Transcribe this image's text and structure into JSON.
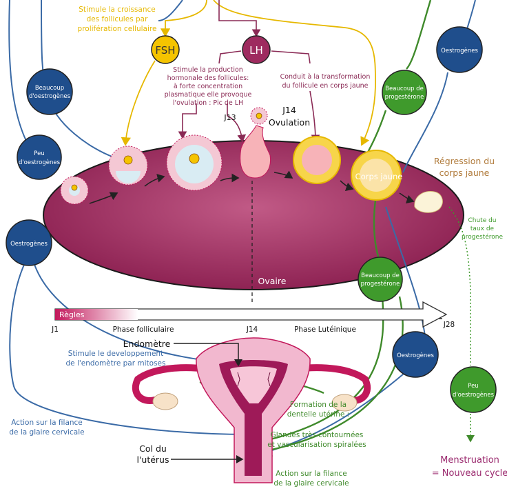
{
  "colors": {
    "hormone_text": "#e6b800",
    "lh_text": "#8a2a55",
    "blue_text": "#3a6aa6",
    "green_text": "#3f8a2b",
    "menstruation_text": "#9b2b6f",
    "regression_text": "#b07a3a",
    "ovary": "#9e2b5f",
    "blue_node": "#1f4e8c",
    "green_node": "#3f9a2c",
    "fsh_node": "#f5c400",
    "lh_node": "#9e2b5f"
  },
  "hormones": {
    "fsh": "FSH",
    "lh": "LH"
  },
  "annotations": {
    "fsh_effect": [
      "Stimule la croissance",
      "des follicules par",
      "prolifération cellulaire"
    ],
    "lh_effect_1": [
      "Stimule la production",
      "hormonale des follicules:",
      "à forte concentration",
      "plasmatique elle provoque",
      "l'ovulation : Pic de LH"
    ],
    "lh_effect_2": [
      "Conduit à la transformation",
      "du follicule en corps jaune"
    ],
    "j13": "J13",
    "j14_top": "J14",
    "ovulation": "Ovulation",
    "corps_jaune": "Corps jaune",
    "regression": [
      "Régression du",
      "corps jaune"
    ],
    "chute": [
      "Chute du",
      "taux de",
      "progestérone"
    ],
    "ovaire": "Ovaire",
    "menstruation": [
      "Menstruation",
      "= Nouveau cycle"
    ]
  },
  "nodes": {
    "beaucoup_oestrogenes": [
      "Beaucoup",
      "d'oestrogènes"
    ],
    "peu_oestrogenes_left": [
      "Peu",
      "d'oestrogènes"
    ],
    "oestrogenes_left": "Oestrogènes",
    "oestrogenes_top_right": "Oestrogènes",
    "beaucoup_progesterone_top": [
      "Beaucoup de",
      "progestérone"
    ],
    "beaucoup_progesterone_mid": [
      "Beaucoup de",
      "progestérone"
    ],
    "oestrogenes_mid_right": "Oestrogènes",
    "peu_oestrogenes_right": [
      "Peu",
      "d'oestrogènes"
    ]
  },
  "timeline": {
    "regles": "Règles",
    "j1": "J1",
    "phase_folliculaire": "Phase folliculaire",
    "j14": "J14",
    "phase_luteinique": "Phase Lutéinique",
    "j28": "J28"
  },
  "uterus": {
    "endometre": "Endomètre",
    "stimule_endometre": [
      "Stimule le developpement",
      "de l'endomètre par mitoses"
    ],
    "action_filance_left": [
      "Action sur la filance",
      "de la glaire cervicale"
    ],
    "col_uterus": [
      "Col du",
      "l'utérus"
    ],
    "formation_dentelle": [
      "Formation de la",
      "dentelle utérine :"
    ],
    "glandes": [
      "Glandes très contournées",
      "et vascularisation spiralées"
    ],
    "action_filance_right": [
      "Action sur la filance",
      "de la glaire cervicale"
    ]
  }
}
